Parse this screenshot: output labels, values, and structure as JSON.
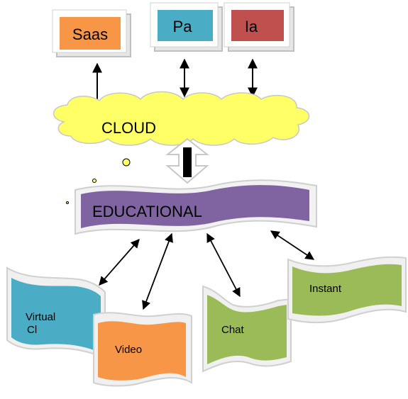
{
  "diagram": {
    "service_models": [
      {
        "label": "Saas",
        "color": "#f79646"
      },
      {
        "label": "Pa",
        "color": "#4bacc6"
      },
      {
        "label": "Ia",
        "color": "#c0504d"
      }
    ],
    "cloud": {
      "label": "CLOUD",
      "color": "#ffff66"
    },
    "hub": {
      "label": "EDUCATIONAL",
      "color": "#8064a2"
    },
    "tools": [
      {
        "label": "Virtual",
        "sublabel": "Cl",
        "color": "#4bacc6"
      },
      {
        "label": "Video",
        "color": "#f79646"
      },
      {
        "label": "Chat",
        "color": "#9bbb59"
      },
      {
        "label": "Instant",
        "color": "#9bbb59"
      }
    ],
    "colors": {
      "frame_shadow": "#c8c8c8",
      "frame_edge": "#bfbfbf",
      "arrow": "#000000",
      "cloud_outline": "#c8c8c8",
      "hub_outline": "#cfcfcf",
      "tool_shadow": "#d0d0d0"
    }
  }
}
